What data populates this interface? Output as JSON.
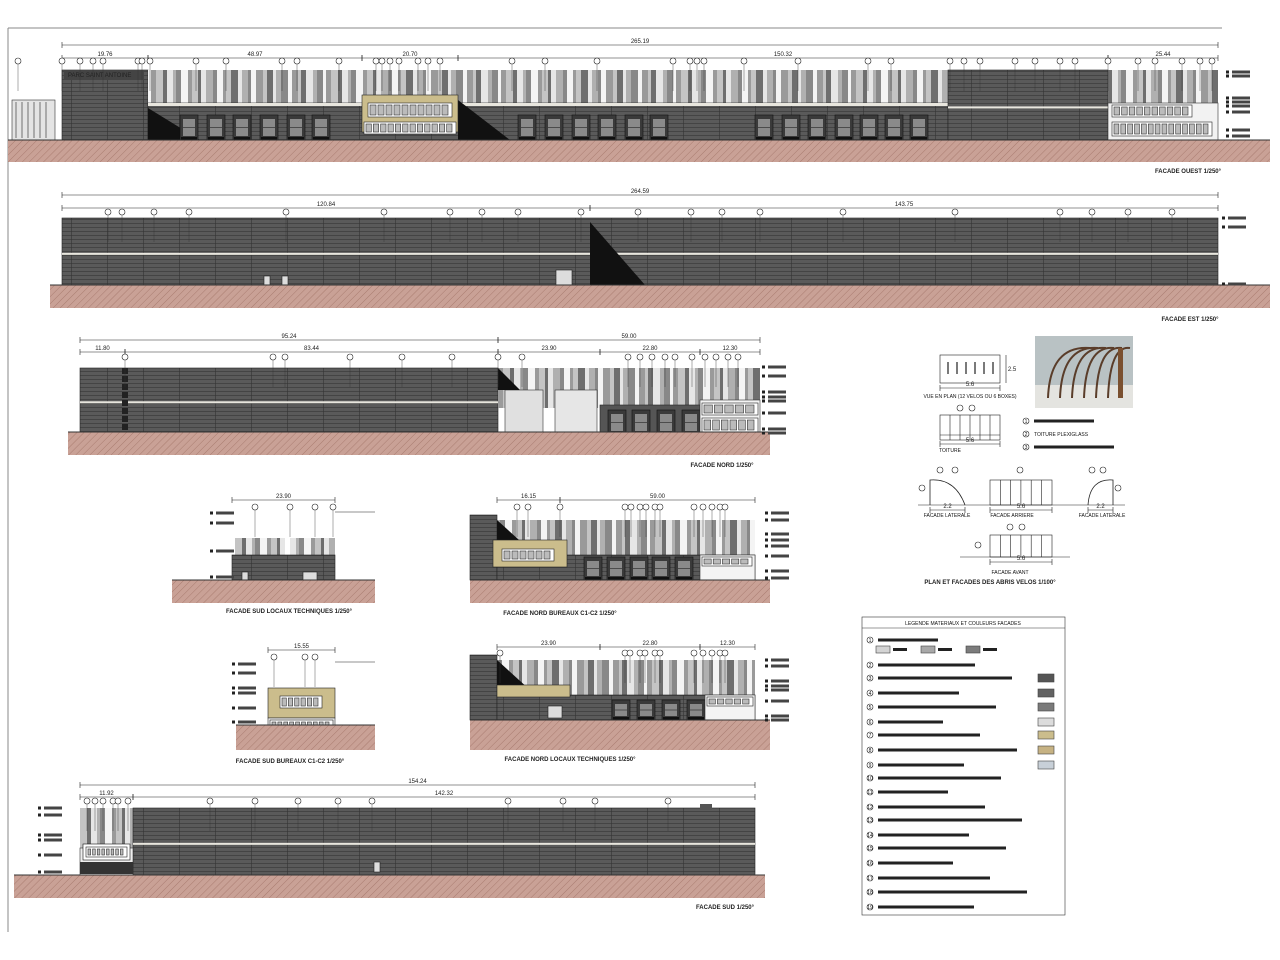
{
  "facades": [
    {
      "id": "ouest",
      "caption": "FACADE OUEST 1/250°",
      "total": "265.19",
      "segments": [
        "19.76",
        "48.97",
        "20.70",
        "150.32",
        "25.44"
      ],
      "sign": "PARC SAINT ANTOINE"
    },
    {
      "id": "est",
      "caption": "FACADE EST 1/250°",
      "total": "264.59",
      "segments": [
        "120.84",
        "143.75"
      ]
    },
    {
      "id": "nord",
      "caption": "FACADE NORD 1/250°",
      "totals": [
        "95.24",
        "59.00"
      ],
      "segments": [
        "11.80",
        "83.44",
        "23.90",
        "22.80",
        "12.30"
      ]
    },
    {
      "id": "sud-locaux-techniques",
      "caption": "FACADE SUD LOCAUX TECHNIQUES 1/250°",
      "total": "23.90"
    },
    {
      "id": "nord-bureaux",
      "caption": "FACADE NORD BUREAUX C1-C2 1/250°",
      "segments": [
        "16.15",
        "59.00"
      ]
    },
    {
      "id": "sud-bureaux",
      "caption": "FACADE SUD BUREAUX C1-C2 1/250°",
      "total": "15.55"
    },
    {
      "id": "nord-locaux-techniques",
      "caption": "FACADE NORD LOCAUX TECHNIQUES 1/250°",
      "segments": [
        "23.90",
        "22.80",
        "12.30"
      ]
    },
    {
      "id": "sud",
      "caption": "FACADE SUD 1/250°",
      "total": "154.24",
      "segments": [
        "11.92",
        "142.32"
      ]
    }
  ],
  "bike_shelter": {
    "title": "PLAN ET FACADES DES ABRIS VELOS 1/100°",
    "plan_label": "VUE EN PLAN (12 VELOS OU 6 BOXES)",
    "roof_label": "TOITURE",
    "side_label": "FACADE LATERALE",
    "back_label": "FACADE ARRIERE",
    "front_label": "FACADE AVANT",
    "length": "5.6",
    "depth": "2.5",
    "side_width": "2.2",
    "notes": [
      {
        "num": "1"
      },
      {
        "num": "2",
        "text": "TOITURE PLEXIGLASS"
      },
      {
        "num": "3"
      }
    ]
  },
  "legend": {
    "title": "LEGENDE MATERIAUX ET COULEURS FACADES",
    "items": [
      {
        "num": "1"
      },
      {
        "num": "2"
      },
      {
        "num": "3",
        "color": "#555555"
      },
      {
        "num": "4",
        "color": "#626262"
      },
      {
        "num": "5",
        "color": "#7a7a7a"
      },
      {
        "num": "6",
        "color": "#dcdcdc"
      },
      {
        "num": "7",
        "color": "#cbbd8c"
      },
      {
        "num": "8",
        "color": "#c6b283"
      },
      {
        "num": "9",
        "color": "#c8d0d8"
      },
      {
        "num": "10"
      },
      {
        "num": "11"
      },
      {
        "num": "12"
      },
      {
        "num": "13"
      },
      {
        "num": "14"
      },
      {
        "num": "15"
      },
      {
        "num": "16"
      },
      {
        "num": "17"
      },
      {
        "num": "18"
      },
      {
        "num": "19"
      }
    ],
    "item1_swatches": [
      "#d4d4d4",
      "#a8a8a8",
      "#7c7c7c"
    ]
  },
  "colors": {
    "ground": "#c9a196",
    "ground_hatch": "#a97c70",
    "dark_cladding": "#555555",
    "office_beige": "#cbbd8c"
  }
}
